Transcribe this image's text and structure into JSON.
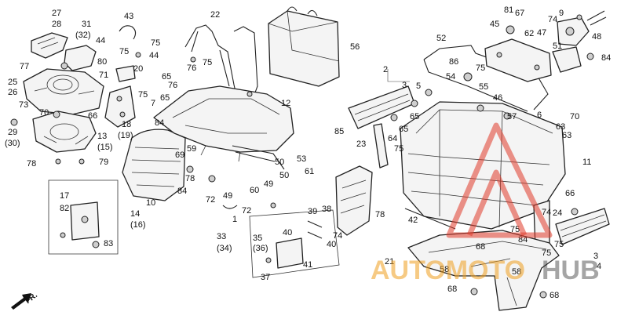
{
  "diagram": {
    "part_labels": [
      "27",
      "28",
      "31",
      "(32)",
      "43",
      "44",
      "75",
      "44",
      "77",
      "80",
      "20",
      "71",
      "75",
      "25",
      "26",
      "73",
      "70",
      "66",
      "29",
      "(30)",
      "78",
      "79",
      "18",
      "(19)",
      "13",
      "(15)",
      "65",
      "7",
      "65",
      "75",
      "76",
      "22",
      "75",
      "76",
      "12",
      "84",
      "59",
      "69",
      "84",
      "78",
      "10",
      "56",
      "2",
      "3",
      "5",
      "85",
      "65",
      "23",
      "75",
      "64",
      "65",
      "52",
      "81",
      "67",
      "45",
      "62",
      "47",
      "74",
      "9",
      "48",
      "51",
      "84",
      "86",
      "75",
      "54",
      "55",
      "46",
      "57",
      "6",
      "70",
      "63",
      "63",
      "11",
      "66",
      "24",
      "74",
      "75",
      "84",
      "75",
      "3",
      "4",
      "53",
      "61",
      "50",
      "60",
      "50",
      "49",
      "49",
      "72",
      "72",
      "1",
      "17",
      "82",
      "14",
      "(16)",
      "83",
      "33",
      "(34)",
      "35",
      "(36)",
      "40",
      "41",
      "37",
      "39",
      "38",
      "74",
      "40",
      "78",
      "42",
      "21",
      "58",
      "68",
      "68",
      "68",
      "58",
      "75"
    ],
    "direction_label": "FR."
  },
  "watermark": {
    "text_left": "AUTOMOTO",
    "text_right": "HUB",
    "accent": "#e03a2a",
    "text_color": "#f0a020"
  }
}
